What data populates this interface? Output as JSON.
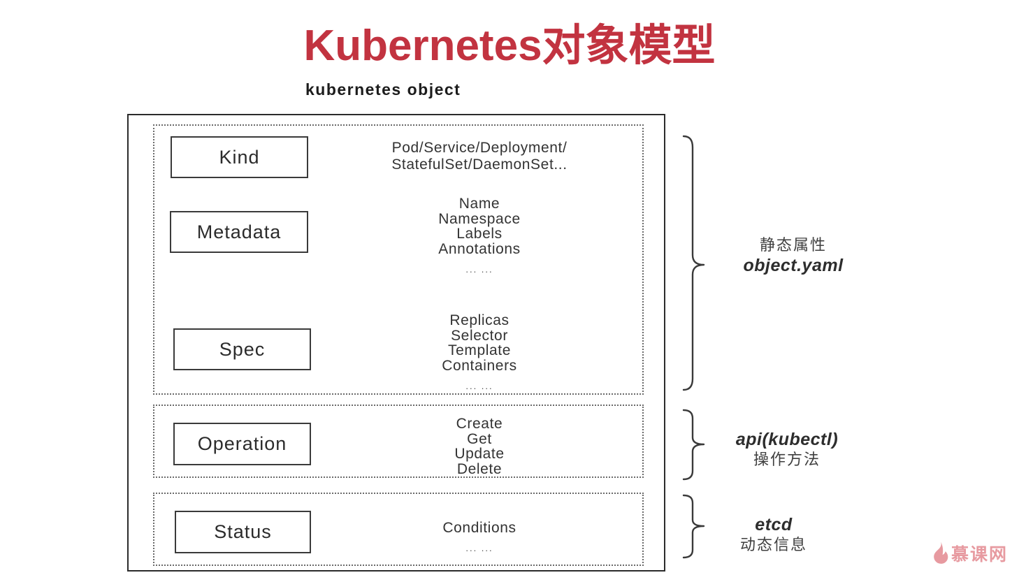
{
  "title": "Kubernetes对象模型",
  "subtitle": "kubernetes object",
  "colors": {
    "title_red": "#c23340",
    "diagram_ink": "#333333",
    "border_dark": "#2b2b2b",
    "watermark_pink": "#e79aa0"
  },
  "diagram": {
    "groups": [
      {
        "name": "static-properties",
        "rows": [
          {
            "label": "Kind",
            "lines": [
              "Pod/Service/Deployment/",
              "StatefulSet/DaemonSet..."
            ]
          },
          {
            "label": "Metadata",
            "lines": [
              "Name",
              "Namespace",
              "Labels",
              "Annotations"
            ],
            "ellipsis": "... ..."
          },
          {
            "label": "Spec",
            "lines": [
              "Replicas",
              "Selector",
              "Template",
              "Containers"
            ],
            "ellipsis": "... ..."
          }
        ],
        "annotation": {
          "plain": "静态属性",
          "emphasis": "object.yaml"
        }
      },
      {
        "name": "operations",
        "rows": [
          {
            "label": "Operation",
            "lines": [
              "Create",
              "Get",
              "Update",
              "Delete"
            ]
          }
        ],
        "annotation": {
          "emphasis": "api(kubectl)",
          "plain": "操作方法"
        }
      },
      {
        "name": "status",
        "rows": [
          {
            "label": "Status",
            "lines": [
              "Conditions"
            ],
            "ellipsis": "... ..."
          }
        ],
        "annotation": {
          "emphasis": "etcd",
          "plain": "动态信息"
        }
      }
    ]
  },
  "watermark": {
    "brand": "慕课网",
    "icon": "flame-icon"
  }
}
